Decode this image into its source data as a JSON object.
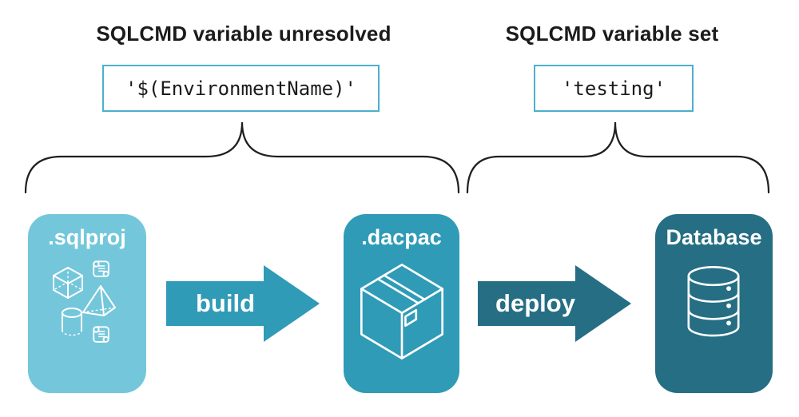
{
  "colors": {
    "background": "#ffffff",
    "text": "#1b1b1b",
    "brace": "#1f1f1f",
    "code_border": "#4db0cb",
    "icon_stroke": "#ffffff",
    "sqlproj_node": "#74c7db",
    "dacpac_node": "#2f9bb7",
    "database_node": "#266e84",
    "build_arrow": "#2f9bb7",
    "deploy_arrow": "#266e84"
  },
  "annotations": {
    "left": {
      "heading": "SQLCMD variable unresolved",
      "code": "'$(EnvironmentName)'"
    },
    "right": {
      "heading": "SQLCMD variable set",
      "code": "'testing'"
    }
  },
  "pipeline": {
    "nodes": [
      {
        "label": ".sqlproj",
        "icon": "sql-objects-icons"
      },
      {
        "label": ".dacpac",
        "icon": "package-icon"
      },
      {
        "label": "Database",
        "icon": "database-icon"
      }
    ],
    "arrows": [
      {
        "label": "build"
      },
      {
        "label": "deploy"
      }
    ]
  }
}
